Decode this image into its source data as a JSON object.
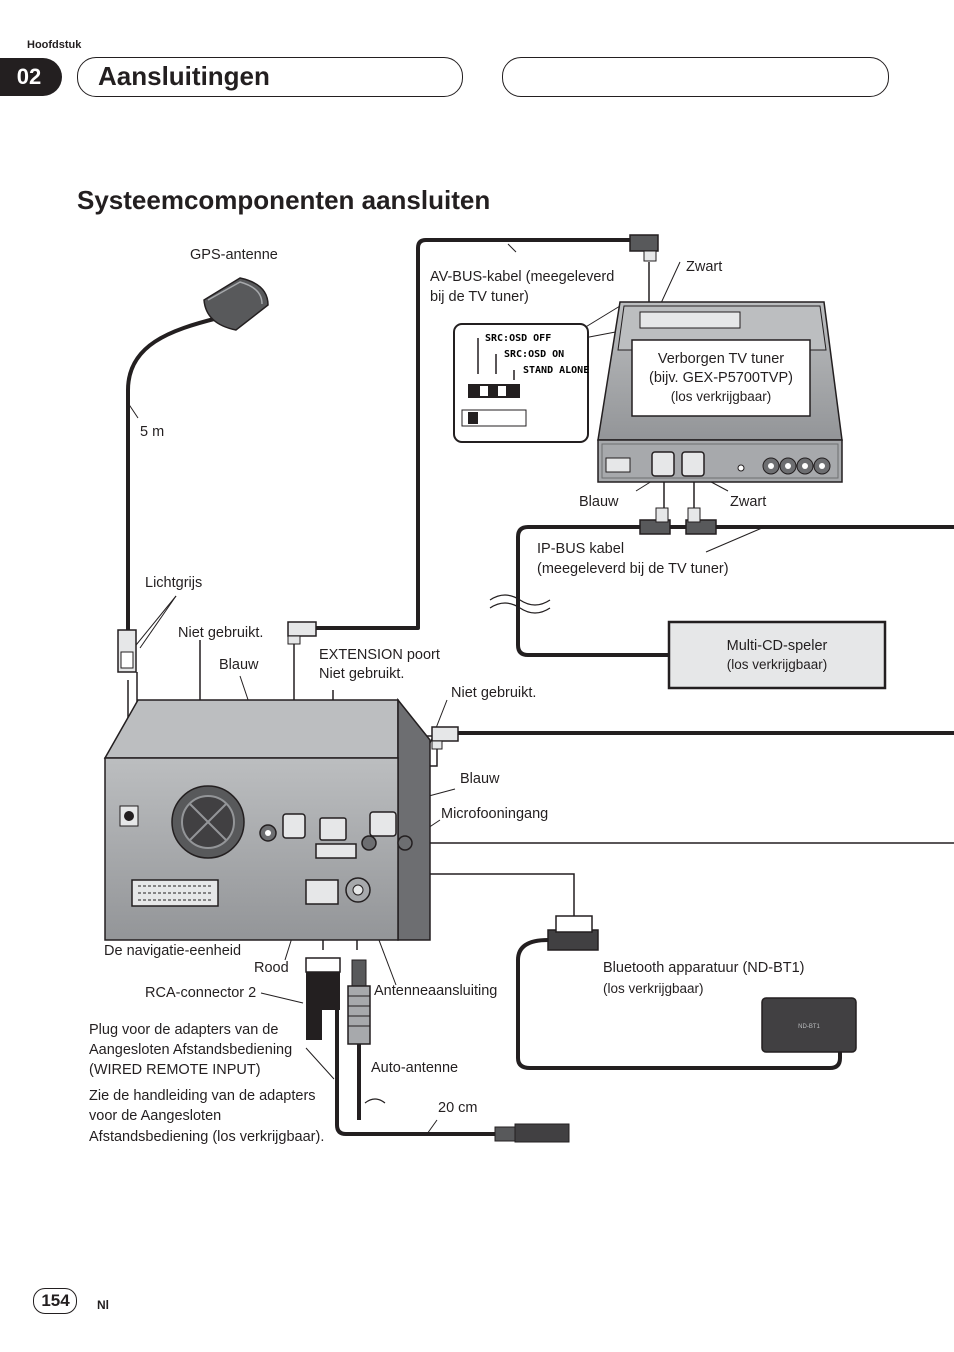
{
  "header": {
    "section_label": "Hoofdstuk",
    "chapter_number": "02",
    "chapter_title": "Aansluitingen"
  },
  "page_title": "Systeemcomponenten aansluiten",
  "labels": {
    "gps_antenna": "GPS-antenne",
    "av_bus_cable_1": "AV-BUS-kabel (meegeleverd",
    "av_bus_cable_2": "bij de TV tuner)",
    "zwart_top": "Zwart",
    "tv_tuner_1": "Verborgen TV tuner",
    "tv_tuner_2": "(bijv. GEX-P5700TVP)",
    "tv_tuner_3": "(los verkrijgbaar)",
    "five_m": "5 m",
    "blauw_tuner": "Blauw",
    "zwart_tuner": "Zwart",
    "ip_bus_1": "IP-BUS kabel",
    "ip_bus_2": "(meegeleverd bij de TV tuner)",
    "lichtgrijs": "Lichtgrijs",
    "niet_gebruikt_1": "Niet gebruikt.",
    "blauw_left": "Blauw",
    "extension_1": "EXTENSION poort",
    "extension_2": "Niet gebruikt.",
    "multi_cd_1": "Multi-CD-speler",
    "multi_cd_2": "(los verkrijgbaar)",
    "niet_gebruikt_2": "Niet gebruikt.",
    "blauw_right": "Blauw",
    "microfoon": "Microfooningang",
    "nav_unit": "De navigatie-eenheid",
    "rood": "Rood",
    "bluetooth_1": "Bluetooth apparatuur (ND-BT1)",
    "bluetooth_2": "(los verkrijgbaar)",
    "rca2": "RCA-connector 2",
    "antenne_aansluiting": "Antenneaansluiting",
    "plug_1": "Plug voor de adapters van de",
    "plug_2": "Aangesloten Afstandsbediening",
    "plug_3": "(WIRED REMOTE INPUT)",
    "auto_antenne": "Auto-antenne",
    "zie_1": "Zie de handleiding van de adapters",
    "zie_2": "voor de Aangesloten",
    "zie_3": "Afstandsbediening (los verkrijgbaar).",
    "twenty_cm": "20 cm"
  },
  "osd_switch": {
    "opt1": "SRC:OSD OFF",
    "opt2": "SRC:OSD ON",
    "opt3": "STAND ALONE"
  },
  "bluetooth_box_text": "ND-BT1",
  "footer": {
    "page_number": "154",
    "language": "Nl"
  },
  "colors": {
    "ink": "#231f20",
    "device_fill": "#a7a9ac",
    "device_dark": "#6d6e71",
    "box_fill": "#e6e7e8"
  }
}
